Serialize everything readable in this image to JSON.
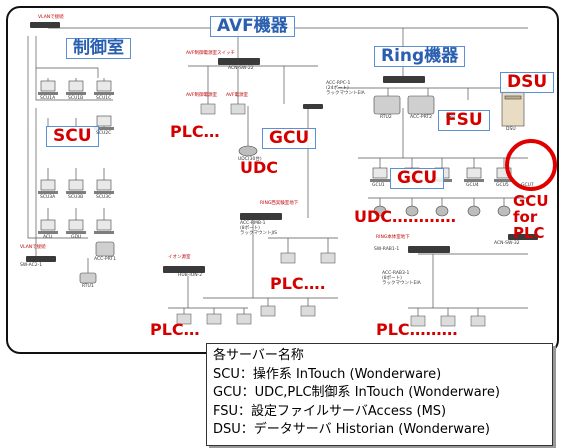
{
  "sections": {
    "control_room": "制御室",
    "avf": "AVF機器",
    "ring": "Ring機器",
    "scu": "SCU",
    "gcu_avf": "GCU",
    "gcu_ring": "GCU",
    "fsu": "FSU",
    "dsu": "DSU"
  },
  "red_labels": {
    "plc_avf": "PLC…",
    "udc_avf": "UDC",
    "udc_ring": "UDC…………",
    "plc_ring_mid": "PLC….",
    "plc_bottom_left": "PLC…",
    "plc_bottom_right": "PLC………",
    "gcu_for_plc": "GCU\nfor\nPLC"
  },
  "small_labels": {
    "vlan_top": "VLANで接続",
    "vlan_ctrl": "VLANで接続",
    "sw_ctrl": "SW-AC2-1",
    "avf_sw_label": "AVF制御電源室スイッチ",
    "acn_sw22": "ACN-SW-22",
    "avf_power1": "AVF制御電源室",
    "avf_power2": "AVF電源室",
    "acc_rpc1": "ACC-RPC-1\n(24ポート)\nラックマウントEIA",
    "rtu2": "RTU2",
    "acc_prt2": "ACC-PRT2",
    "fsu_dev": "FSU",
    "dsu_dev": "DSU",
    "scu1a": "SCU1A",
    "scu1b": "SCU1B",
    "scu1c": "SCU1C",
    "scu2c": "SCU2C",
    "scu3a": "SCU3A",
    "scu3b": "SCU3B",
    "scu3c": "SCU3C",
    "acu": "ACU",
    "gdu": "GDU",
    "acc_prt1": "ACC-PRT1",
    "rtu1": "RTU1",
    "udc_avf_dev": "UDC(30台)",
    "gcu1": "GCU1",
    "gcu4": "GCU4",
    "gcu5": "GCU5",
    "gcu7": "GCU7",
    "ring_west": "RING西実験室地下",
    "acc_rmb1": "ACC-RMB-1\n(8ポート)\nラックマウントJIS",
    "ion_room": "イオン源室",
    "hub_ion2": "HUB-ION-2",
    "ring_main": "RING本体室地下",
    "sw_rab1": "SW-RAB1-1",
    "acn_sw32": "ACN-SW-32",
    "acc_rab3": "ACC-RAB3-1\n(8ポート)\nラックマウントEIA"
  },
  "legend": {
    "title": "各サーバー名称",
    "lines": [
      "SCU：操作系  InTouch (Wonderware)",
      "GCU：UDC,PLC制御系  InTouch (Wonderware)",
      "FSU：設定ファイルサーバAccess (MS)",
      "DSU：データサーバ  Historian (Wonderware)"
    ]
  },
  "colors": {
    "section_border": "#5b8fd6",
    "section_text": "#2a5fb0",
    "red": "#d40000"
  }
}
